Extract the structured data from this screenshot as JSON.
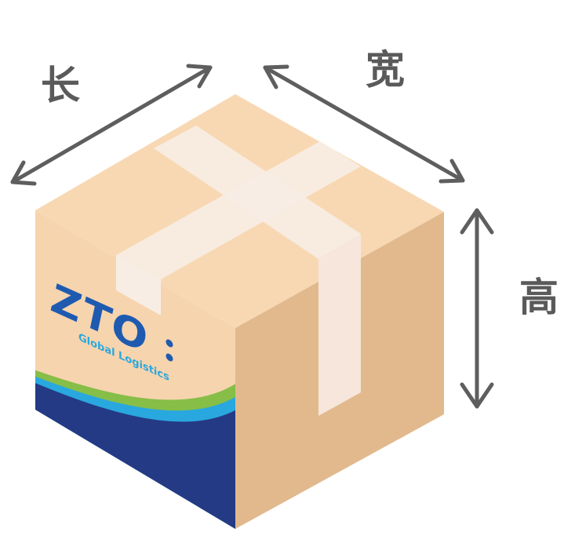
{
  "dimensions": {
    "length": "长",
    "width": "宽",
    "height": "高"
  },
  "logo": {
    "brand": "ZTO",
    "tagline": "Global Logistics"
  },
  "colors": {
    "box_top": "#F8D8B3",
    "box_front_left": "#F6D4AE",
    "box_right": "#E2B98D",
    "tape": "#F8EDE4",
    "band_navy": "#243A85",
    "band_green": "#86BE48",
    "band_cyan": "#29A8DF",
    "logo_blue": "#1E5BB0",
    "arrow_gray": "#5E5E5E"
  }
}
